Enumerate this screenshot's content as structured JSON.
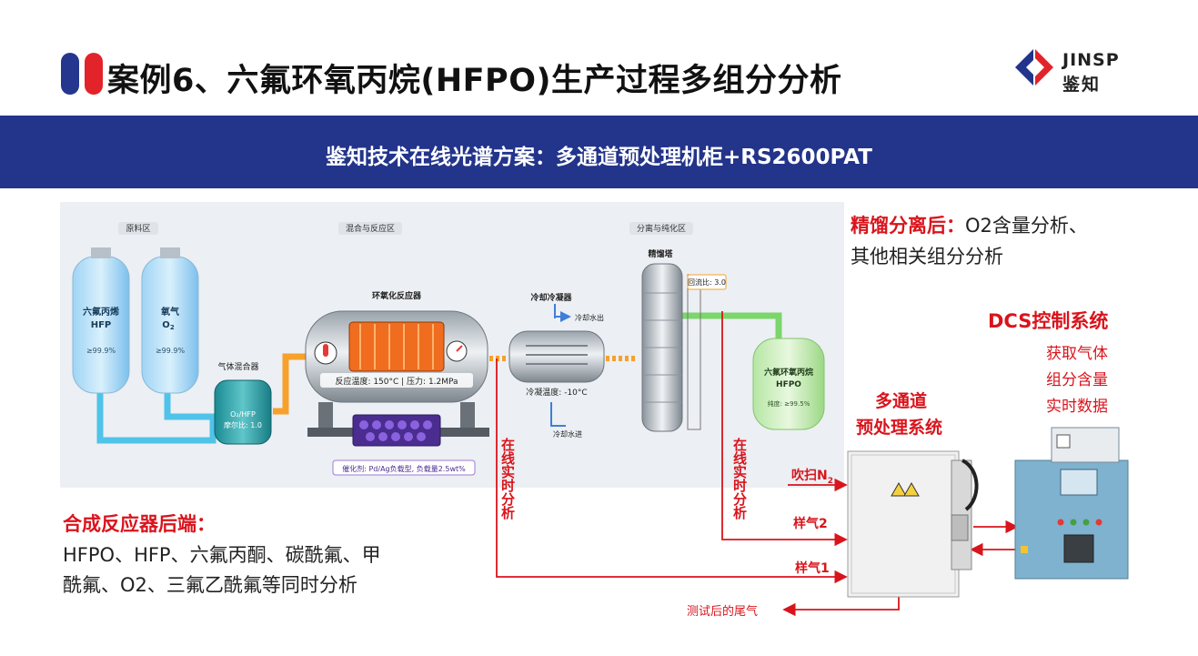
{
  "header": {
    "title": "案例6、六氟环氧丙烷(HFPO)生产过程多组分分析",
    "logo_en": "JINSP",
    "logo_cn": "鉴知"
  },
  "banner": {
    "text": "鉴知技术在线光谱方案：多通道预处理机柜+RS2600PAT"
  },
  "process": {
    "zones": [
      "原料区",
      "混合与反应区",
      "分离与纯化区"
    ],
    "tank_hfp": {
      "name": "六氟丙烯",
      "formula": "HFP",
      "purity": "≥99.9%"
    },
    "tank_o2": {
      "name": "氧气",
      "formula": "O",
      "sub": "2",
      "purity": "≥99.9%"
    },
    "mixer": {
      "title": "气体混合器",
      "ratio_label_1": "O₂/HFP",
      "ratio_label_2": "摩尔比: 1.0"
    },
    "reactor": {
      "title": "环氧化反应器",
      "conditions": "反应温度: 150°C  |  压力: 1.2MPa",
      "catalyst": "催化剂: Pd/Ag负载型, 负载量2.5wt%"
    },
    "condenser": {
      "title": "冷却冷凝器",
      "water_out": "冷却水出",
      "water_in": "冷却水进",
      "temp": "冷凝温度: -10°C"
    },
    "column": {
      "title": "精馏塔",
      "reflux": "回流比: 3.0"
    },
    "product": {
      "name": "六氟环氧丙烷",
      "formula": "HFPO",
      "purity": "纯度: ≥99.5%"
    }
  },
  "notes": {
    "distill_title": "精馏分离后：",
    "distill_body_1": "O2含量分析、",
    "distill_body_2": "其他相关组分分析",
    "synth_title": "合成反应器后端：",
    "synth_body_1": "HFPO、HFP、六氟丙酮、碳酰氟、甲",
    "synth_body_2": "酰氟、O2、三氟乙酰氟等同时分析"
  },
  "system": {
    "online_label": "在线实时分析",
    "pretreat_1": "多通道",
    "pretreat_2": "预处理系统",
    "dcs_title": "DCS控制系统",
    "dcs_desc_1": "获取气体",
    "dcs_desc_2": "组分含量",
    "dcs_desc_3": "实时数据",
    "purge": "吹扫N",
    "purge_sub": "2",
    "sample2": "样气2",
    "sample1": "样气1",
    "exhaust": "测试后的尾气"
  },
  "colors": {
    "brand_blue": "#23348b",
    "brand_red": "#d9141c"
  }
}
